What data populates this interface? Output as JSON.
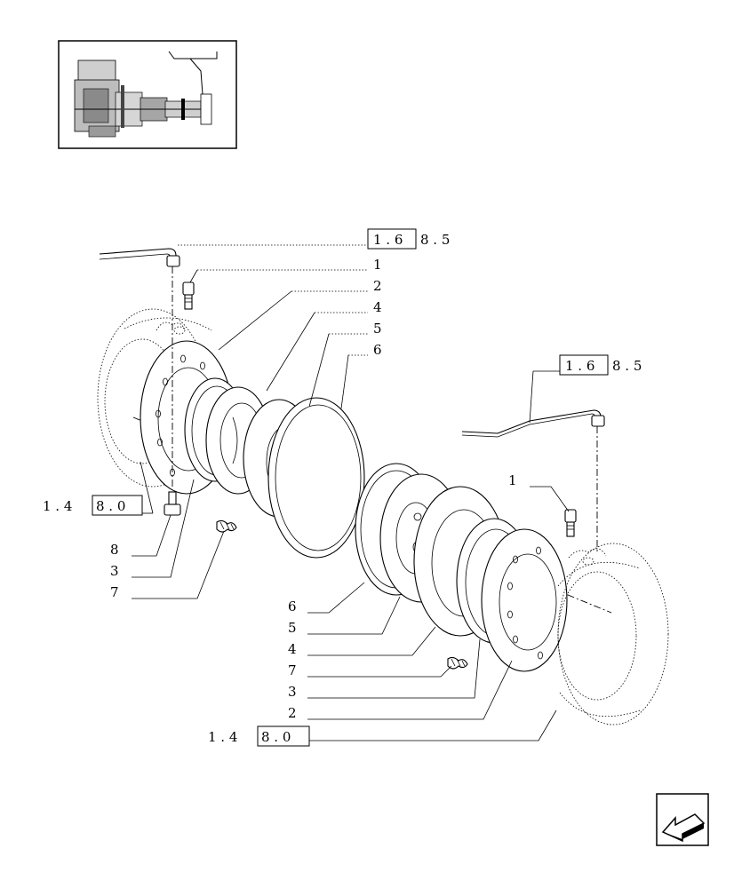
{
  "labels": {
    "item1": "1",
    "item2": "2",
    "item3": "3",
    "item4": "4",
    "item5": "5",
    "item6": "6",
    "item7": "7",
    "item8": "8"
  },
  "refs": {
    "top_ref_boxed": "1 . 6",
    "top_ref_tail": "8 . 5",
    "right_ref_boxed": "1 . 6",
    "right_ref_tail": "8 . 5",
    "left_ref_head": "1 . 4",
    "left_ref_boxed": "8 . 0",
    "bottom_ref_head": "1 . 4",
    "bottom_ref_boxed": "8 . 0"
  },
  "icons": {
    "thumbnail": "tractor-transmission-thumbnail",
    "navigation": "back-arrow-icon"
  }
}
